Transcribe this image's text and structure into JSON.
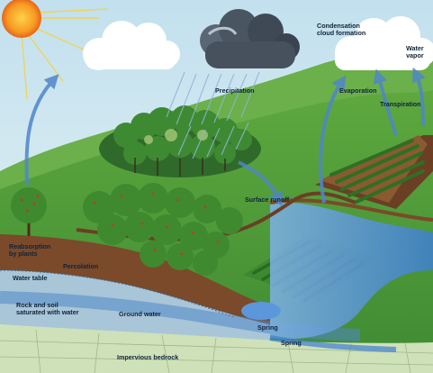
{
  "labels": {
    "condensation": "Condensation\ncloud formation",
    "water_vapor": "Water\nvapor",
    "precipitation": "Precipitation",
    "evaporation": "Evaporation",
    "transpiration": "Transpiration",
    "surface_runoff": "Surface runoff",
    "reabsorption": "Reabsorption\nby plants",
    "percolation": "Percolation",
    "water_table": "Water table",
    "rock_soil": "Rock and soil\nsaturated with water",
    "ground_water": "Ground water",
    "spring_1": "Spring",
    "spring_2": "Spring",
    "impervious_bedrock": "Impervious bedrock"
  },
  "colors": {
    "sky": "#cfe6ef",
    "grass": "#4f9a3a",
    "grass_dark": "#2f7a2c",
    "soil": "#7a4a2a",
    "water": "#4f8fd6",
    "bedrock": "#c9ddb2",
    "sun": "#f28a1c",
    "storm_cloud": "#4a5562",
    "arrow": "#4f86c9"
  },
  "icons": [
    "sun-icon",
    "cloud-icon",
    "rain-cloud-icon",
    "tree-icon",
    "arrow-icon"
  ]
}
